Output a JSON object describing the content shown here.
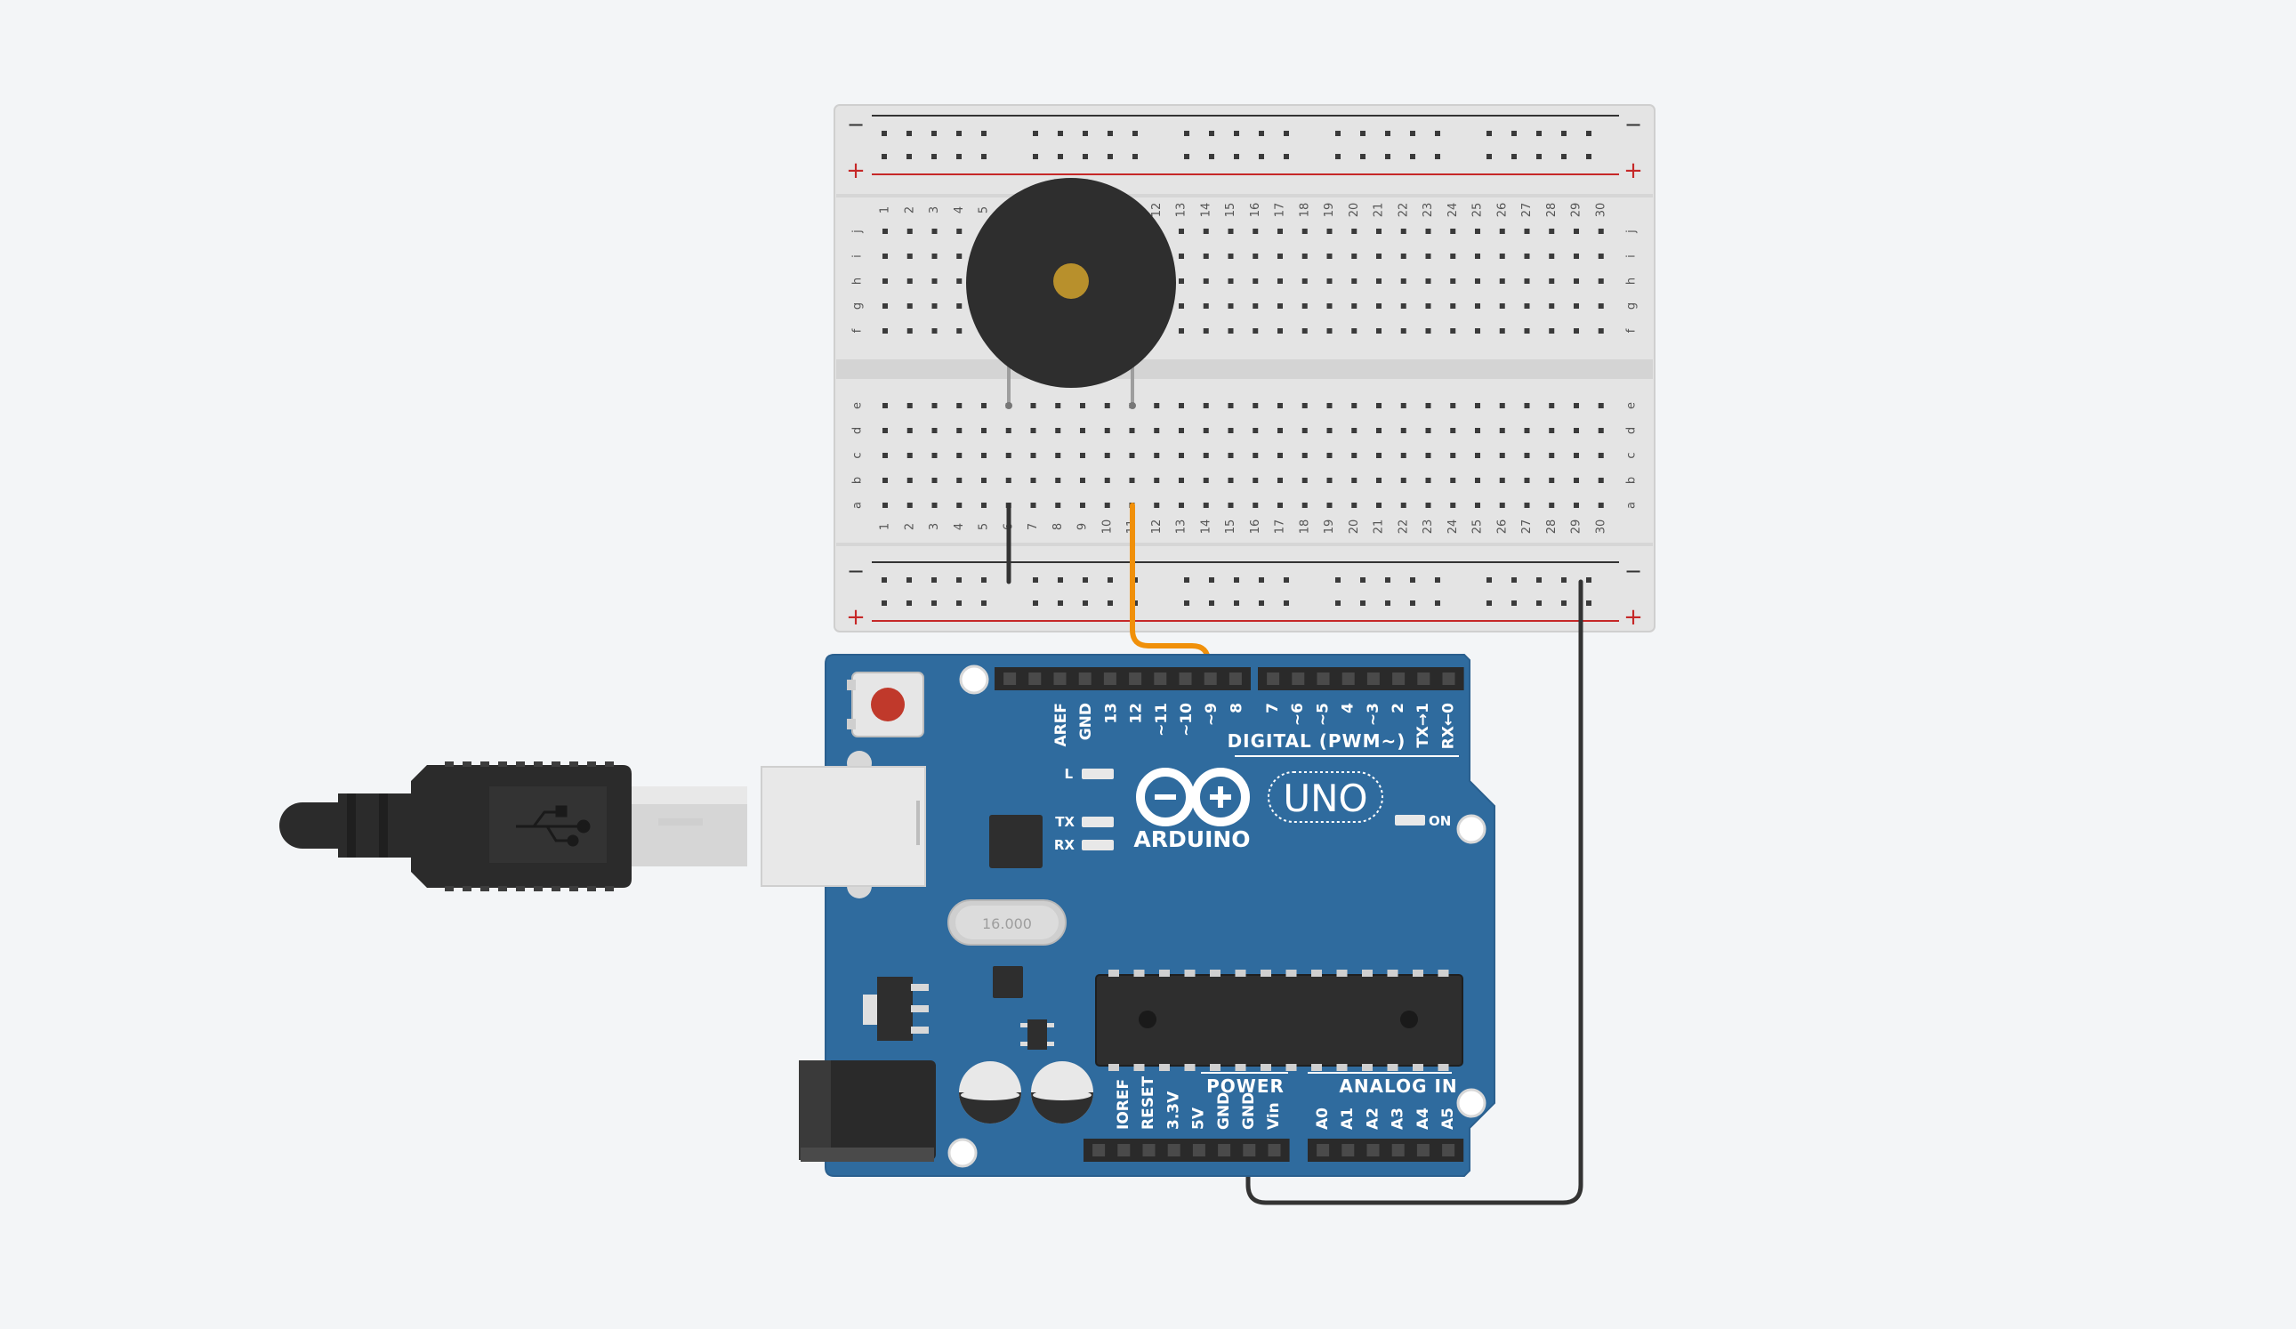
{
  "breadboard": {
    "columns": 30,
    "row_letters_top": [
      "j",
      "i",
      "h",
      "g",
      "f"
    ],
    "row_letters_bottom": [
      "e",
      "d",
      "c",
      "b",
      "a"
    ],
    "rail_minus": "−",
    "rail_plus": "+"
  },
  "arduino": {
    "brand": "ARDUINO",
    "model": "UNO",
    "digital_section": "DIGITAL (PWM~)",
    "digital_pins_left": [
      "AREF",
      "GND",
      "13",
      "12",
      "~11",
      "~10",
      "~9",
      "8"
    ],
    "digital_pins_right": [
      "7",
      "~6",
      "~5",
      "4",
      "~3",
      "2",
      "TX→1",
      "RX←0"
    ],
    "power_section": "POWER",
    "power_pins": [
      "IOREF",
      "RESET",
      "3.3V",
      "5V",
      "GND",
      "GND",
      "Vin"
    ],
    "analog_section": "ANALOG IN",
    "analog_pins": [
      "A0",
      "A1",
      "A2",
      "A3",
      "A4",
      "A5"
    ],
    "led_l": "L",
    "led_tx": "TX",
    "led_rx": "RX",
    "led_on": "ON",
    "crystal_marking": "16.000"
  },
  "colors": {
    "board_blue": "#2f6b9e",
    "breadboard": "#e3e3e3",
    "rail_red": "#c62828",
    "wire_orange": "#f0900a",
    "wire_black": "#333333",
    "buzzer": "#2e2e2e",
    "buzzer_center": "#b8902c"
  },
  "components": [
    "breadboard",
    "piezo-buzzer",
    "arduino-uno",
    "usb-cable"
  ]
}
